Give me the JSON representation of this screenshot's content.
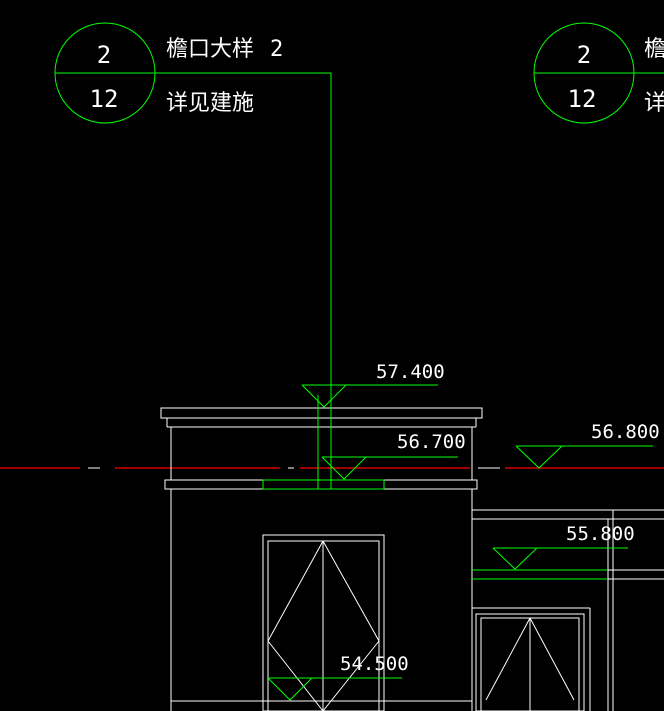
{
  "drawing": {
    "background": "#000000",
    "colors": {
      "annotation": "#00ff00",
      "outline": "#ffffff",
      "axis_line": "#ff0000",
      "text": "#ffffff"
    }
  },
  "callouts": [
    {
      "top_number": "2",
      "bottom_number": "12",
      "title": "檐口大样",
      "title_number": "2",
      "reference": "详见建施"
    },
    {
      "top_number": "2",
      "bottom_number": "12",
      "title": "檐",
      "reference": "详"
    }
  ],
  "elevations": [
    {
      "label": "57.400"
    },
    {
      "label": "56.700"
    },
    {
      "label": "56.800"
    },
    {
      "label": "55.800"
    },
    {
      "label": "54.500"
    }
  ]
}
